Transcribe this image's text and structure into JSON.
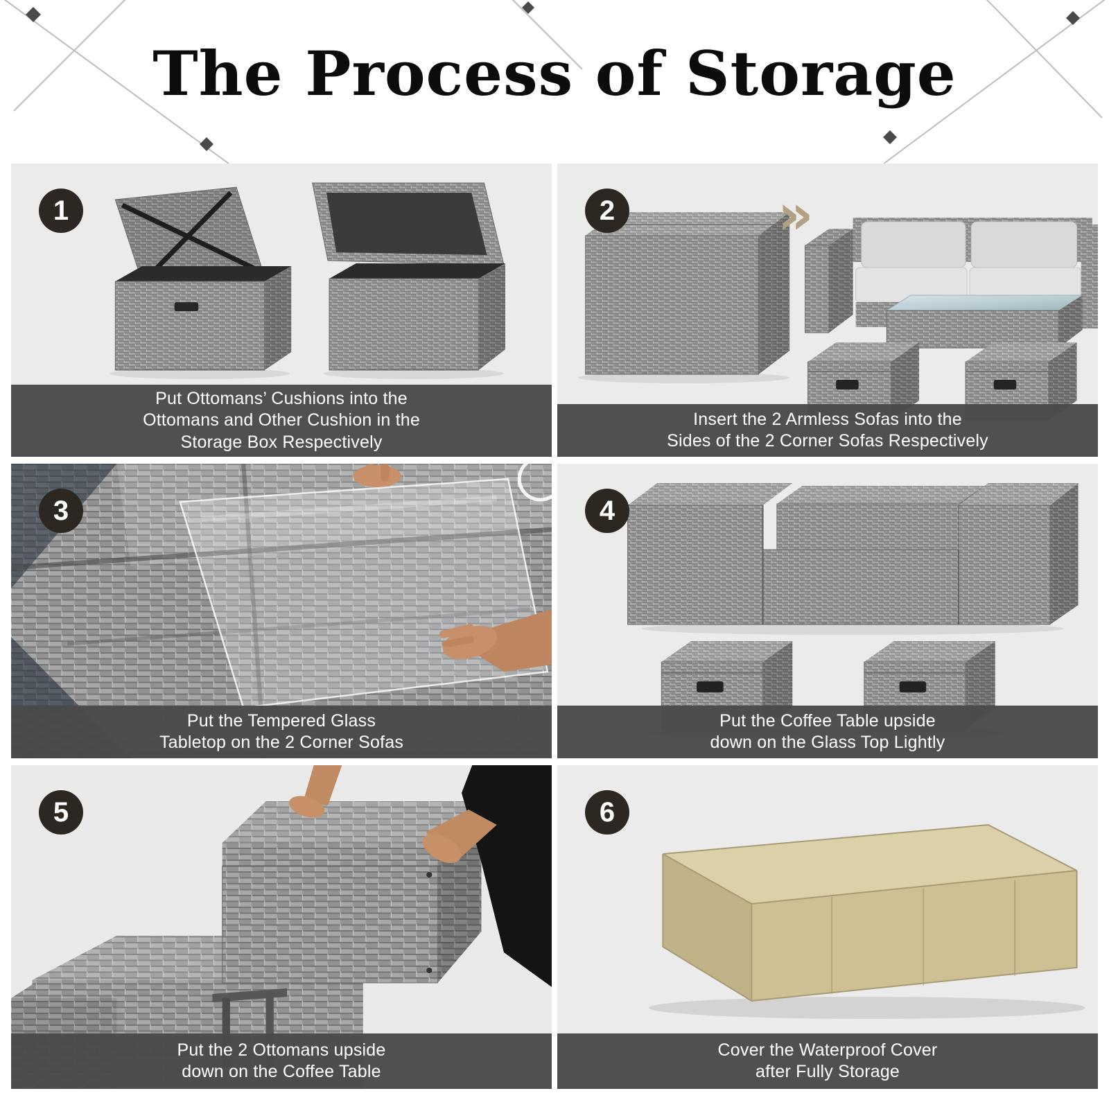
{
  "header": {
    "title": "The Process of Storage"
  },
  "colors": {
    "panel_background": "#ebebeb",
    "caption_bar": "#4a4a4a",
    "number_badge": "#2d2722",
    "accent_tan": "#b3a183",
    "cover_beige": "#cdc092",
    "wicker_gray": "#9a9a9a"
  },
  "steps": [
    {
      "number": "1",
      "illustration": "two-open-storage-ottomans",
      "caption_lines": [
        "Put Ottomans’ Cushions into the",
        "Ottomans and Other Cushion in the",
        "Storage Box Respectively"
      ]
    },
    {
      "number": "2",
      "arrow_icon": "»",
      "illustration": "storage-box-and-corner-sofa-set",
      "caption_lines": [
        "Insert the 2 Armless Sofas into the",
        "Sides of the 2 Corner Sofas Respectively"
      ]
    },
    {
      "number": "3",
      "illustration": "hands-placing-tempered-glass",
      "caption_lines": [
        "Put the Tempered Glass",
        "Tabletop on the 2 Corner Sofas"
      ]
    },
    {
      "number": "4",
      "illustration": "coffee-table-upside-down-on-glass",
      "caption_lines": [
        "Put the Coffee Table upside",
        "down on the Glass Top Lightly"
      ]
    },
    {
      "number": "5",
      "illustration": "hands-stacking-ottoman-on-table",
      "caption_lines": [
        "Put the 2 Ottomans upside",
        "down on the Coffee Table"
      ]
    },
    {
      "number": "6",
      "illustration": "beige-waterproof-cover",
      "caption_lines": [
        "Cover the Waterproof Cover",
        "after Fully Storage"
      ]
    }
  ]
}
